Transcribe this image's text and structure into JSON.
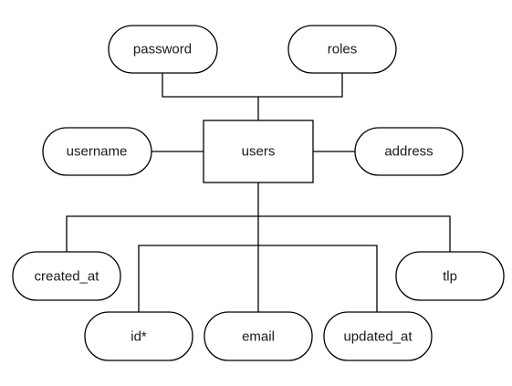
{
  "entity": {
    "label": "users"
  },
  "attributes": [
    {
      "key": "password",
      "label": "password"
    },
    {
      "key": "roles",
      "label": "roles"
    },
    {
      "key": "username",
      "label": "username"
    },
    {
      "key": "address",
      "label": "address"
    },
    {
      "key": "created_at",
      "label": "created_at"
    },
    {
      "key": "tlp",
      "label": "tlp"
    },
    {
      "key": "id",
      "label": "id*"
    },
    {
      "key": "email",
      "label": "email"
    },
    {
      "key": "updated_at",
      "label": "updated_at"
    }
  ],
  "colors": {
    "stroke": "#000000",
    "fill": "#ffffff",
    "text": "#1a1a1a"
  }
}
